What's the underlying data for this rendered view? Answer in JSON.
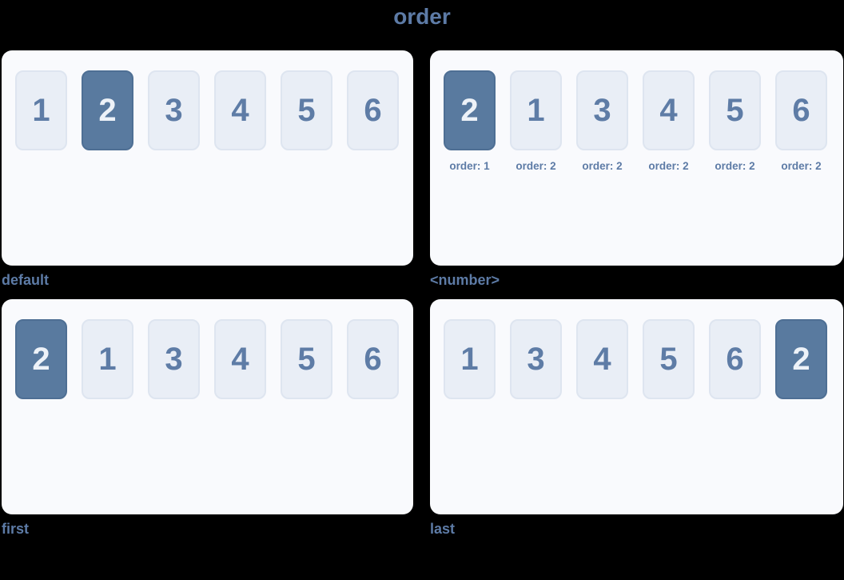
{
  "page": {
    "title": "order",
    "background_color": "#000000"
  },
  "colors": {
    "accent_text": "#5d7ba6",
    "panel_background": "#f9fafd",
    "item_background": "#e9eef6",
    "item_border": "#dee5f0",
    "item_text": "#5e7ca6",
    "highlight_background": "#597a9f",
    "highlight_border": "#4e6f94",
    "highlight_text": "#edf2f8"
  },
  "panels": [
    {
      "caption": "default",
      "items": [
        {
          "label": "1",
          "highlighted": false
        },
        {
          "label": "2",
          "highlighted": true
        },
        {
          "label": "3",
          "highlighted": false
        },
        {
          "label": "4",
          "highlighted": false
        },
        {
          "label": "5",
          "highlighted": false
        },
        {
          "label": "6",
          "highlighted": false
        }
      ]
    },
    {
      "caption": "<number>",
      "items": [
        {
          "label": "2",
          "highlighted": true,
          "sub": "order: 1"
        },
        {
          "label": "1",
          "highlighted": false,
          "sub": "order: 2"
        },
        {
          "label": "3",
          "highlighted": false,
          "sub": "order: 2"
        },
        {
          "label": "4",
          "highlighted": false,
          "sub": "order: 2"
        },
        {
          "label": "5",
          "highlighted": false,
          "sub": "order: 2"
        },
        {
          "label": "6",
          "highlighted": false,
          "sub": "order: 2"
        }
      ]
    },
    {
      "caption": "first",
      "items": [
        {
          "label": "2",
          "highlighted": true
        },
        {
          "label": "1",
          "highlighted": false
        },
        {
          "label": "3",
          "highlighted": false
        },
        {
          "label": "4",
          "highlighted": false
        },
        {
          "label": "5",
          "highlighted": false
        },
        {
          "label": "6",
          "highlighted": false
        }
      ]
    },
    {
      "caption": "last",
      "items": [
        {
          "label": "1",
          "highlighted": false
        },
        {
          "label": "3",
          "highlighted": false
        },
        {
          "label": "4",
          "highlighted": false
        },
        {
          "label": "5",
          "highlighted": false
        },
        {
          "label": "6",
          "highlighted": false
        },
        {
          "label": "2",
          "highlighted": true
        }
      ]
    }
  ]
}
